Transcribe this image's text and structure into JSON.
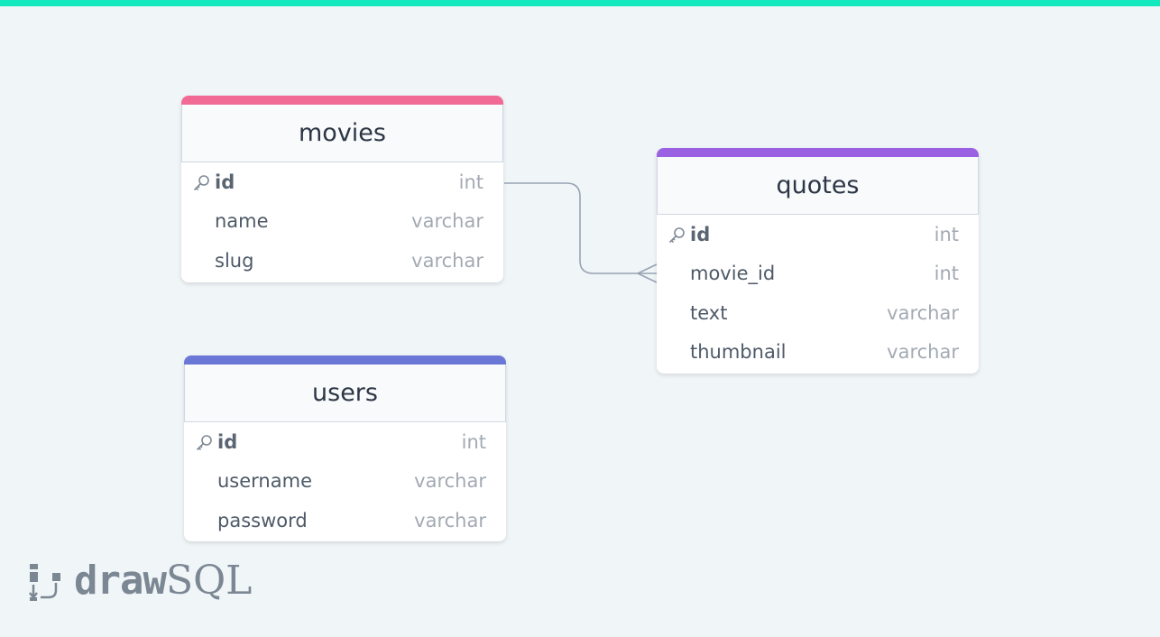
{
  "brand": {
    "logo_word_1": "draw",
    "logo_word_2": "SQL",
    "accent_color": "#14e8bf"
  },
  "tables": {
    "movies": {
      "name": "movies",
      "color": "#f06a95",
      "columns": [
        {
          "name": "id",
          "type": "int",
          "primary_key": true
        },
        {
          "name": "name",
          "type": "varchar"
        },
        {
          "name": "slug",
          "type": "varchar"
        }
      ]
    },
    "quotes": {
      "name": "quotes",
      "color": "#9a62e3",
      "columns": [
        {
          "name": "id",
          "type": "int",
          "primary_key": true
        },
        {
          "name": "movie_id",
          "type": "int"
        },
        {
          "name": "text",
          "type": "varchar"
        },
        {
          "name": "thumbnail",
          "type": "varchar"
        }
      ]
    },
    "users": {
      "name": "users",
      "color": "#6b77d6",
      "columns": [
        {
          "name": "id",
          "type": "int",
          "primary_key": true
        },
        {
          "name": "username",
          "type": "varchar"
        },
        {
          "name": "password",
          "type": "varchar"
        }
      ]
    }
  },
  "relationships": [
    {
      "from": "movies.id",
      "to": "quotes.movie_id",
      "type": "one-to-many"
    }
  ]
}
